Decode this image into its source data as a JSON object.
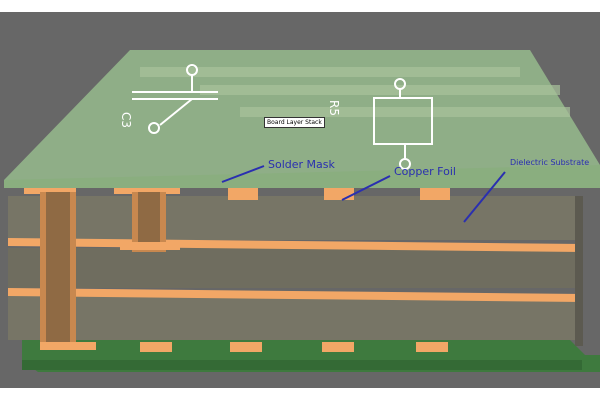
{
  "tooltip": {
    "text": "Board Layer Stack"
  },
  "labels": {
    "solder_mask": "Solder Mask",
    "copper_foil": "Copper Foil",
    "dielectric": "Dielectric Substrate"
  },
  "silkscreen": {
    "cap_ref": "C3",
    "res_ref": "R5"
  },
  "colors": {
    "background": "#676767",
    "solder_mask_top": "#93b48a",
    "dielectric": "#777566",
    "copper": "#f2a766",
    "bottom_mask": "#3e7a3e",
    "label_text": "#2a2fb0"
  }
}
